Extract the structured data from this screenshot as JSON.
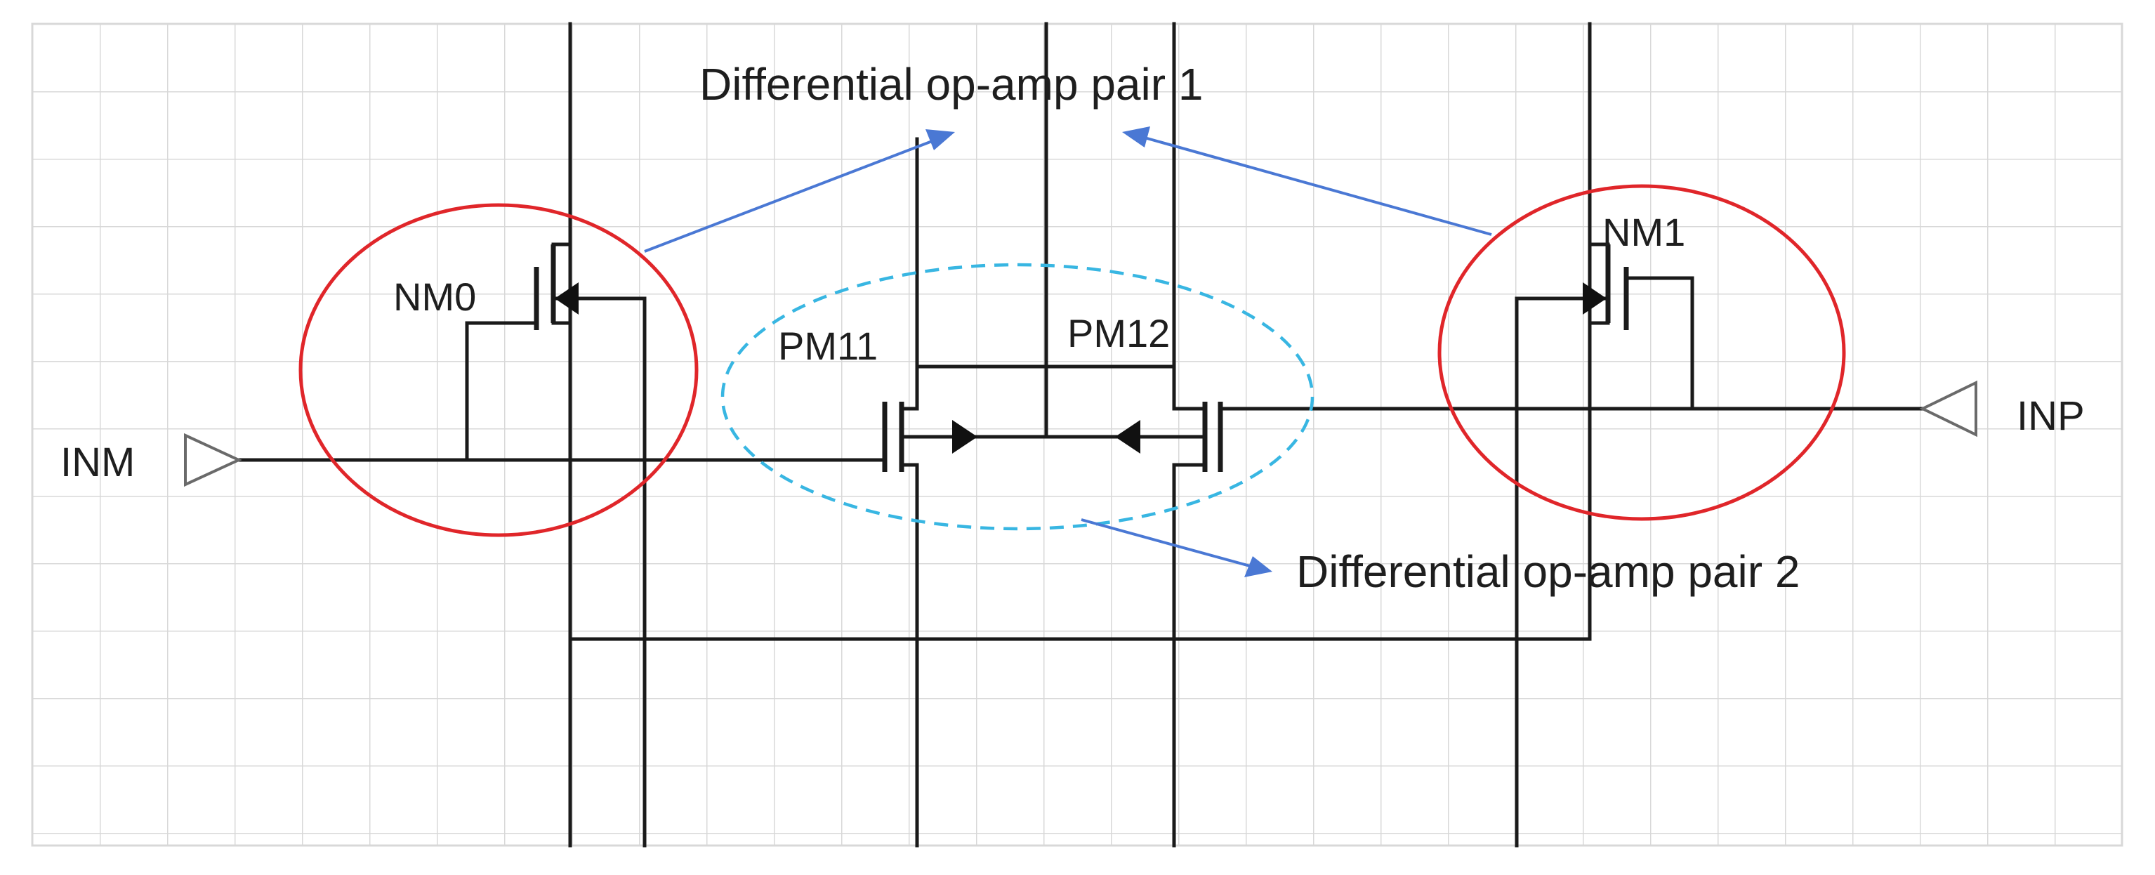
{
  "devices": {
    "nm0": "NM0",
    "nm1": "NM1",
    "pm11": "PM11",
    "pm12": "PM12"
  },
  "annotations": {
    "pair1": "Differential op-amp pair 1",
    "pair2": "Differential op-amp pair 2"
  },
  "ports": {
    "inm": "INM",
    "inp": "INP"
  },
  "colors": {
    "background": "#ffffff",
    "grid": "#d8d8d8",
    "wire": "#1a1a1a",
    "pair1_outline": "#e0262a",
    "pair2_outline": "#38b6e2",
    "pointer": "#4a78d4"
  }
}
